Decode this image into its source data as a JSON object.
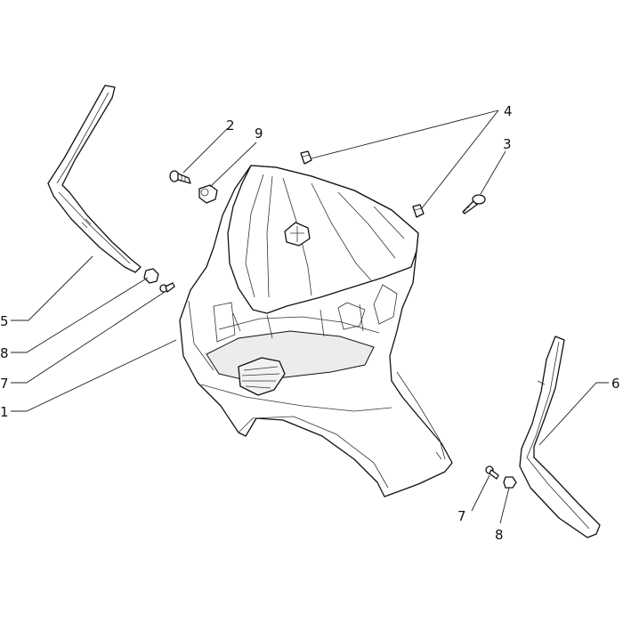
{
  "labels": {
    "l1": "1",
    "l2": "2",
    "l3": "3",
    "l4": "4",
    "l5": "5",
    "l6": "6",
    "l7a": "7",
    "l7b": "7",
    "l8a": "8",
    "l8b": "8",
    "l9": "9"
  }
}
